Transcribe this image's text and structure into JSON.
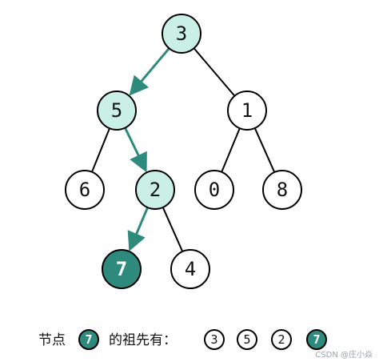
{
  "tree": {
    "nodes": [
      {
        "id": "n3",
        "label": "3",
        "state": "path"
      },
      {
        "id": "n5",
        "label": "5",
        "state": "path"
      },
      {
        "id": "n1",
        "label": "1",
        "state": "plain"
      },
      {
        "id": "n6",
        "label": "6",
        "state": "plain"
      },
      {
        "id": "n2",
        "label": "2",
        "state": "path"
      },
      {
        "id": "n0",
        "label": "0",
        "state": "plain"
      },
      {
        "id": "n8",
        "label": "8",
        "state": "plain"
      },
      {
        "id": "n7",
        "label": "7",
        "state": "target"
      },
      {
        "id": "n4",
        "label": "4",
        "state": "plain"
      }
    ],
    "edges": [
      {
        "from": "n3",
        "to": "n5",
        "highlighted": true
      },
      {
        "from": "n3",
        "to": "n1",
        "highlighted": false
      },
      {
        "from": "n5",
        "to": "n6",
        "highlighted": false
      },
      {
        "from": "n5",
        "to": "n2",
        "highlighted": true
      },
      {
        "from": "n1",
        "to": "n0",
        "highlighted": false
      },
      {
        "from": "n1",
        "to": "n8",
        "highlighted": false
      },
      {
        "from": "n2",
        "to": "n7",
        "highlighted": true
      },
      {
        "from": "n2",
        "to": "n4",
        "highlighted": false
      }
    ]
  },
  "caption": {
    "prefix": "节点",
    "target_node": "7",
    "middle": "的祖先有：",
    "ancestors": [
      {
        "label": "3",
        "state": "plain"
      },
      {
        "label": "5",
        "state": "plain"
      },
      {
        "label": "2",
        "state": "plain"
      },
      {
        "label": "7",
        "state": "target"
      }
    ]
  },
  "watermark": "CSDN @庄小焱",
  "colors": {
    "path_fill": "#c9efe6",
    "target_fill": "#2e8a7c",
    "arrow": "#2e8a7c"
  }
}
